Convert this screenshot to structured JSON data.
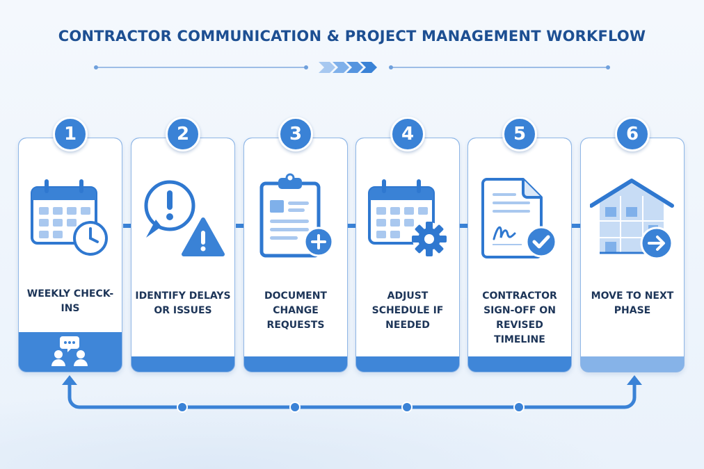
{
  "title": "CONTRACTOR COMMUNICATION & PROJECT MANAGEMENT WORKFLOW",
  "colors": {
    "primary": "#3a82d6",
    "dark_text": "#1d3558",
    "title": "#1d4f92",
    "light_fill": "#dbe8f8"
  },
  "steps": [
    {
      "number": "1",
      "label": "Weekly Check-ins",
      "icon": "calendar-clock-icon",
      "footer_icon": "chat-people-icon"
    },
    {
      "number": "2",
      "label": "Identify Delays or Issues",
      "icon": "alert-magnifier-icon"
    },
    {
      "number": "3",
      "label": "Document Change Requests",
      "icon": "clipboard-plus-icon"
    },
    {
      "number": "4",
      "label": "Adjust Schedule if Needed",
      "icon": "calendar-gear-icon"
    },
    {
      "number": "5",
      "label": "Contractor Sign-off on Revised Timeline",
      "icon": "signed-document-check-icon"
    },
    {
      "number": "6",
      "label": "Move to Next Phase",
      "icon": "house-arrow-icon"
    }
  ],
  "loop": "feedback-loop-arrow"
}
